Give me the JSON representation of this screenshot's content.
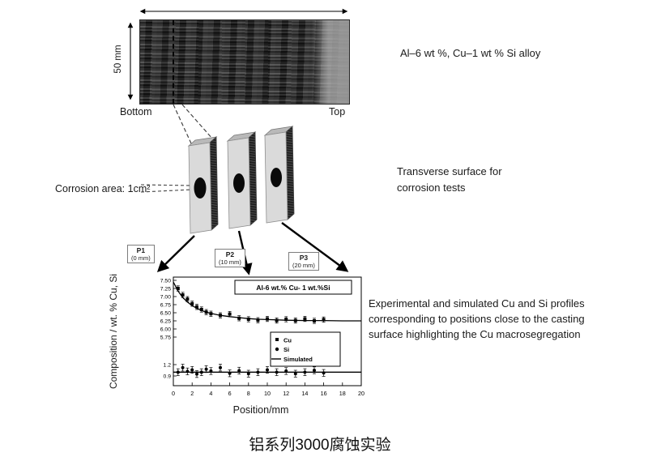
{
  "sample": {
    "height_label": "50 mm",
    "bottom_label": "Bottom",
    "top_label": "Top",
    "alloy_label": "Al–6 wt %, Cu–1 wt % Si alloy"
  },
  "slices": {
    "corrosion_area_label": "Corrosion area: 1cm²",
    "transverse_label": "Transverse surface for corrosion tests",
    "positions": [
      {
        "name": "P1",
        "offset": "(0 mm)"
      },
      {
        "name": "P2",
        "offset": "(10 mm)"
      },
      {
        "name": "P3",
        "offset": "(20 mm)"
      }
    ]
  },
  "note": "Experimental and simulated Cu and Si profiles corresponding to positions close to the casting surface highlighting the Cu macrosegregation",
  "caption": "铝系列3000腐蚀实验",
  "chart_data": {
    "type": "scatter",
    "title": "Al-6 wt.% Cu- 1 wt.%Si",
    "xlabel": "Position/mm",
    "ylabel": "Composition / wt. % Cu, Si",
    "x_ticks": [
      0,
      2,
      4,
      6,
      8,
      10,
      12,
      14,
      16,
      18,
      20
    ],
    "y_ticks_upper": [
      "7.50",
      "7.25",
      "7.00",
      "6.75",
      "6.50",
      "6.25",
      "6.00",
      "5.75"
    ],
    "y_ticks_lower": [
      "1.2",
      "0.9"
    ],
    "xlim": [
      0,
      20
    ],
    "axis_note": "broken y-axis: upper 5.75–7.50, lower 0.8–1.3",
    "legend": [
      "Cu",
      "Si",
      "Simulated"
    ],
    "series": [
      {
        "name": "Simulated",
        "type": "line",
        "x": [
          0,
          0.5,
          1,
          1.5,
          2,
          2.5,
          3,
          3.5,
          4,
          5,
          6,
          7,
          8,
          9,
          10,
          12,
          14,
          16,
          18,
          20
        ],
        "y": [
          7.45,
          7.17,
          6.97,
          6.83,
          6.72,
          6.64,
          6.57,
          6.52,
          6.48,
          6.42,
          6.38,
          6.35,
          6.32,
          6.3,
          6.29,
          6.27,
          6.26,
          6.26,
          6.25,
          6.25
        ]
      },
      {
        "name": "Simulated",
        "type": "line",
        "x": [
          0,
          20
        ],
        "y": [
          1.0,
          1.0
        ]
      },
      {
        "name": "Cu",
        "type": "scatter",
        "marker": "square",
        "yerr": 0.08,
        "x": [
          0.5,
          1,
          1.5,
          2,
          2.5,
          3,
          3.5,
          4,
          5,
          6,
          7,
          8,
          9,
          10,
          11,
          12,
          13,
          14,
          15,
          16
        ],
        "y": [
          7.25,
          7.05,
          6.92,
          6.78,
          6.68,
          6.6,
          6.52,
          6.47,
          6.42,
          6.46,
          6.33,
          6.3,
          6.27,
          6.31,
          6.26,
          6.3,
          6.26,
          6.31,
          6.25,
          6.29
        ]
      },
      {
        "name": "Si",
        "type": "scatter",
        "marker": "circle",
        "yerr": 0.09,
        "x": [
          0.5,
          1,
          1.5,
          2,
          2.5,
          3,
          3.5,
          4,
          5,
          6,
          7,
          8,
          9,
          10,
          11,
          12,
          13,
          14,
          15,
          16
        ],
        "y": [
          1.0,
          1.12,
          1.02,
          1.06,
          0.95,
          1.0,
          1.08,
          1.03,
          1.12,
          0.97,
          1.04,
          0.96,
          1.0,
          1.06,
          1.0,
          1.03,
          0.96,
          1.0,
          1.05,
          0.98
        ]
      }
    ]
  }
}
